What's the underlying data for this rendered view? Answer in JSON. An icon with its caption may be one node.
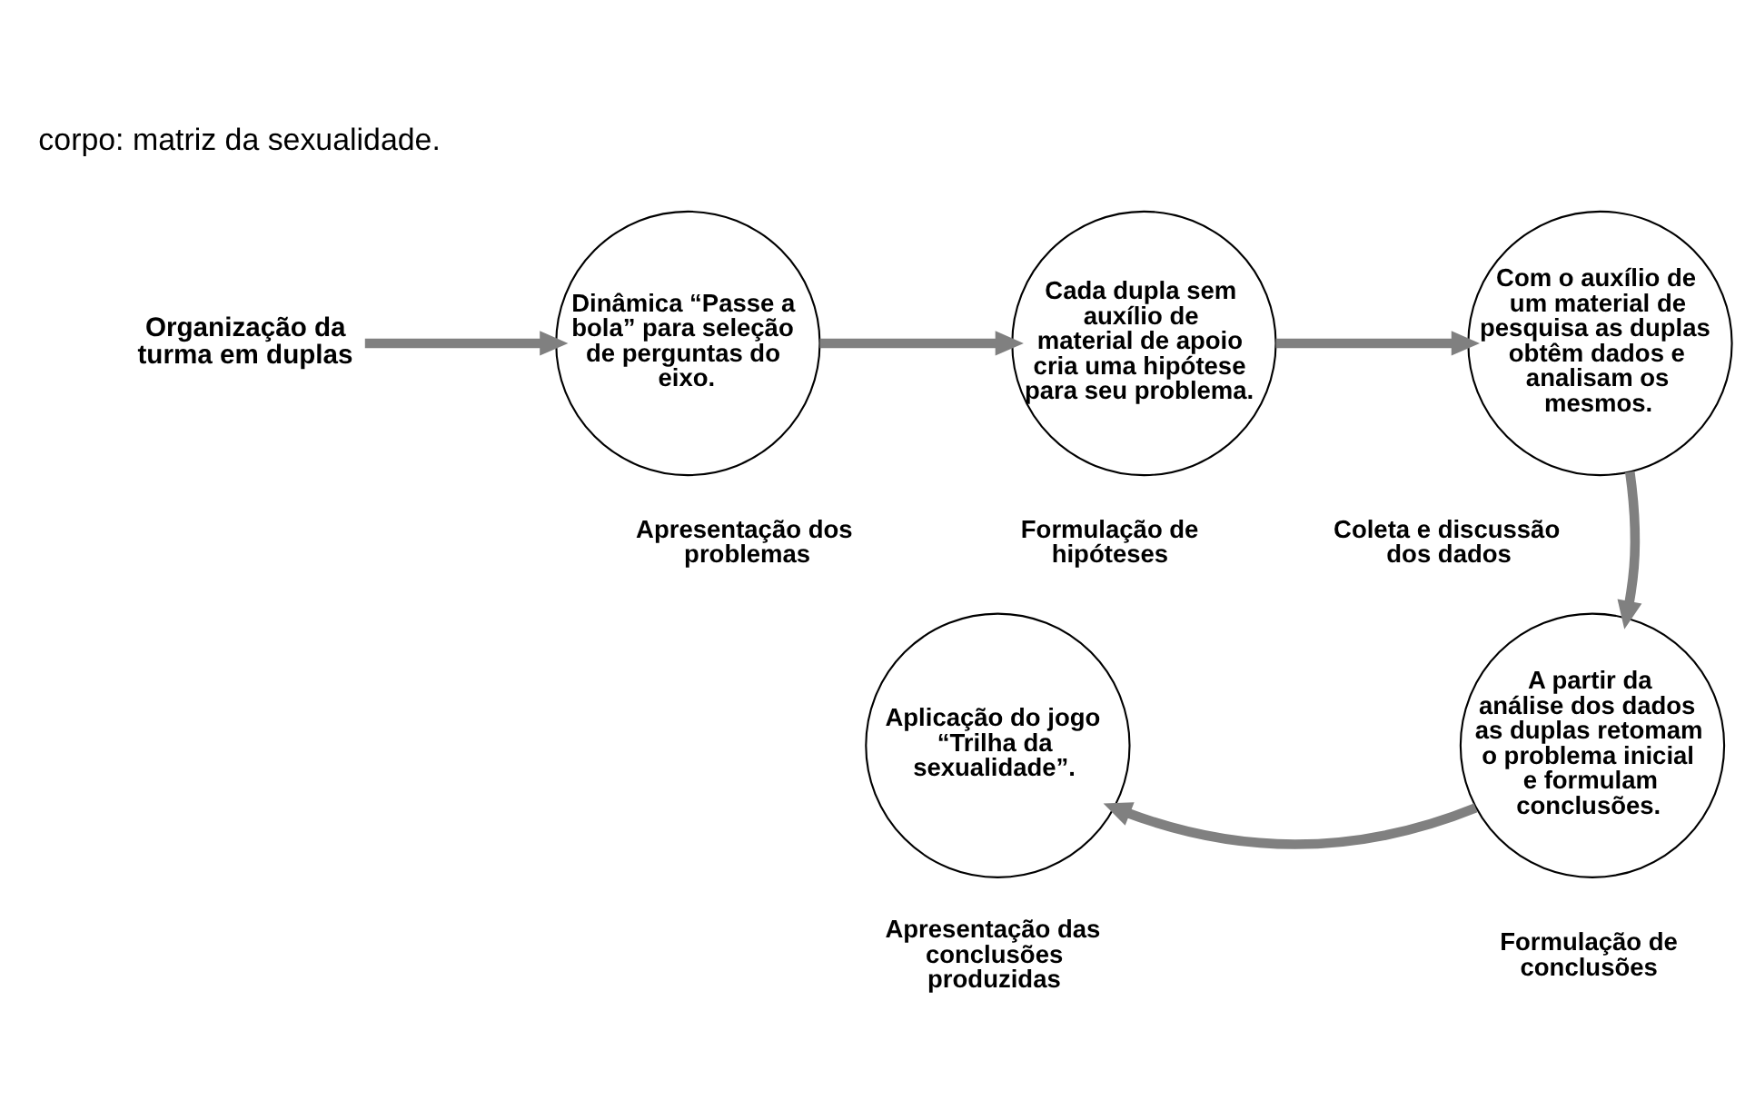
{
  "diagram": {
    "nodes": [
      {
        "text": [
          "Organização da turma em duplas"
        ]
      },
      {
        "text": [
          "Dinâmica “Passe a bola” para seleção de perguntas do eixo."
        ],
        "beside": [
          "Apresentação dos problemas"
        ]
      },
      {
        "text": [
          "Cada dupla sem auxílio de material de apoio cria uma hipótese para seu problema."
        ],
        "beside": [
          "Formulação de hipóteses"
        ]
      },
      {
        "text": [
          "Com o auxílio de um material de pesquisa as duplas obtêm dados e analisam os mesmos."
        ],
        "beside": [
          "Coleta e discussão dos dados"
        ]
      },
      {
        "text": [
          "A partir da análise dos dados as duplas retomam o problema inicial e formulam conclusões."
        ],
        "beside": [
          "Formulação de conclusões"
        ]
      },
      {
        "text": [
          "Aplicação do jogo “Trilha da sexualidade”."
        ],
        "beside": [
          "Apresentação das conclusões produzidas"
        ]
      }
    ],
    "edges": [
      {
        "from": 0,
        "to": 1,
        "arrow": "to"
      },
      {
        "from": 1,
        "to": 2,
        "arrow": "to"
      },
      {
        "from": 2,
        "to": 3,
        "arrow": "to"
      },
      {
        "from": 3,
        "to": 4,
        "arrow": "to"
      },
      {
        "from": 4,
        "to": 5,
        "arrow": "to"
      }
    ],
    "labels": [
      "corpo: matriz da sexualidade."
    ]
  }
}
